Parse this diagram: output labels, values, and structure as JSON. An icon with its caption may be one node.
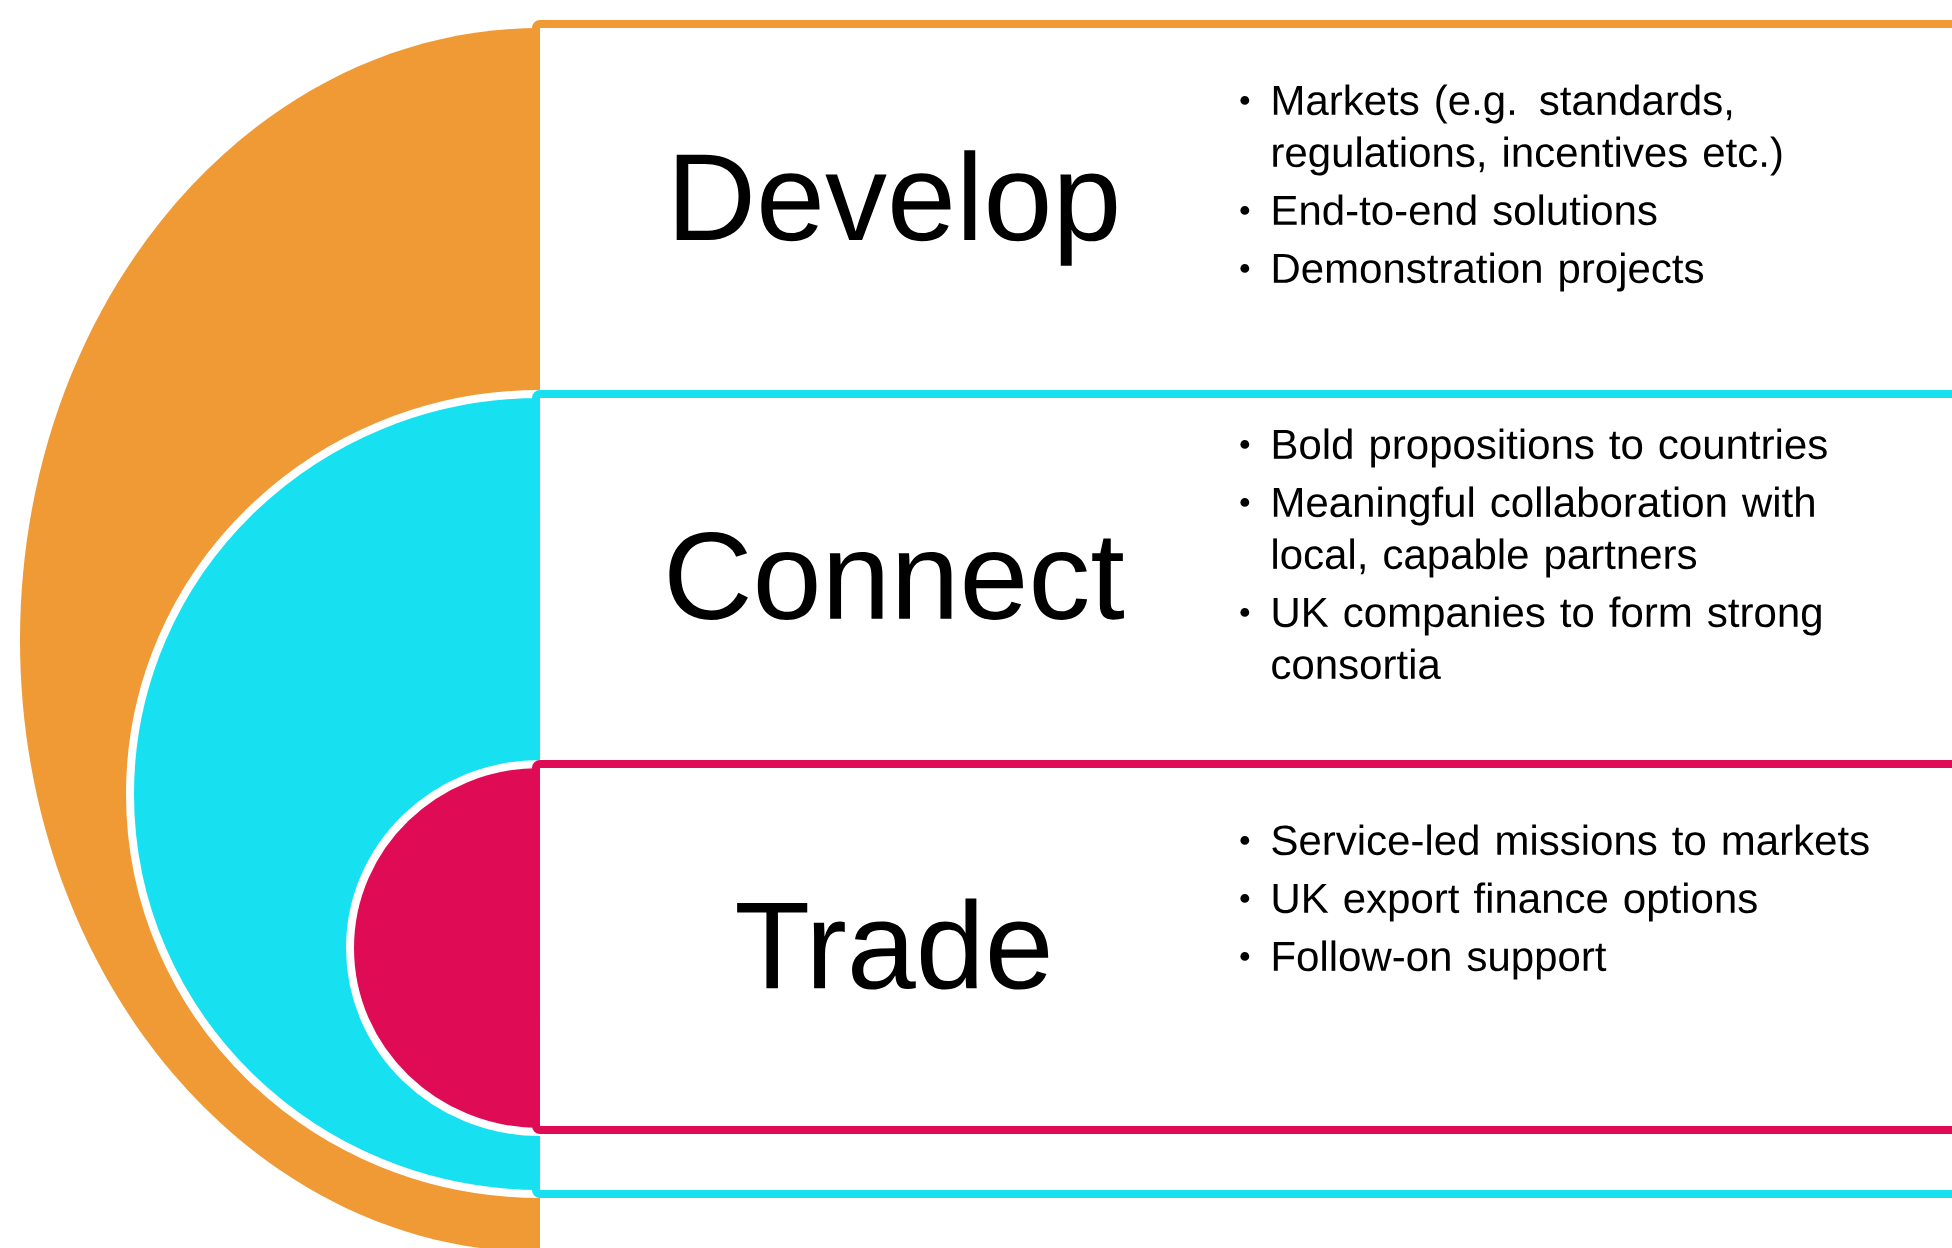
{
  "diagram": {
    "nodes": [
      {
        "text": [
          "Develop",
          "Markets (e.g. standards, regulations, incentives etc.)",
          "End-to-end solutions",
          "Demonstration projects"
        ]
      },
      {
        "text": [
          "Connect",
          "Bold propositions to countries",
          "Meaningful collaboration with local, capable partners",
          "UK companies to form strong consortia"
        ]
      },
      {
        "text": [
          "Trade",
          "Service-led missions to markets",
          "UK export finance options",
          "Follow-on support"
        ],
        "in": 1
      }
    ]
  }
}
